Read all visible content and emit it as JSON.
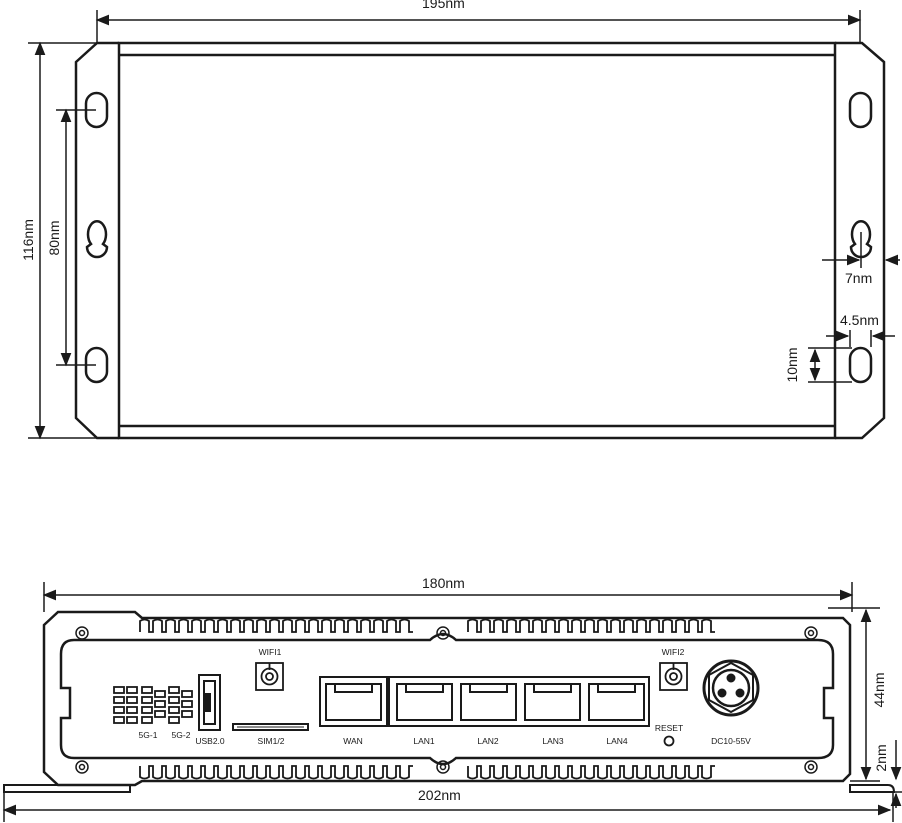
{
  "top_view": {
    "dims": {
      "width": "195nm",
      "height": "116nm",
      "hole_spacing": "80nm",
      "edge_offset": "7nm",
      "hole_width": "4.5nm",
      "hole_height": "10nm"
    }
  },
  "front_view": {
    "dims": {
      "body_width": "180nm",
      "total_width": "202nm",
      "height": "44nm",
      "base_thickness": "2nm"
    },
    "ports": {
      "led_5g1": "5G-1",
      "led_5g2": "5G-2",
      "usb": "USB2.0",
      "sim": "SIM1/2",
      "wifi1": "WIFI1",
      "wan": "WAN",
      "lan1": "LAN1",
      "lan2": "LAN2",
      "lan3": "LAN3",
      "lan4": "LAN4",
      "wifi2": "WIFI2",
      "reset": "RESET",
      "power": "DC10-55V"
    }
  }
}
